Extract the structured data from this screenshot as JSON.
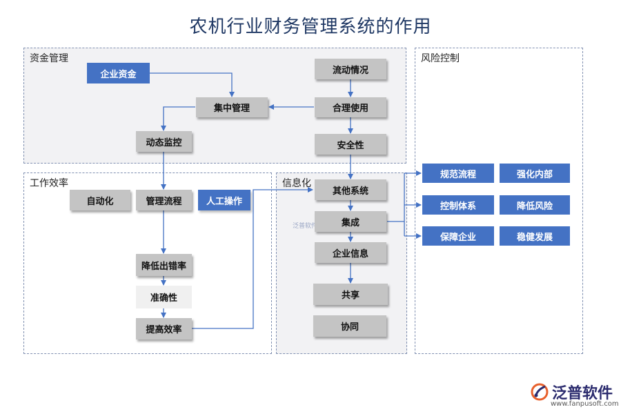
{
  "title": "农机行业财务管理系统的作用",
  "sections": {
    "funds": "资金管理",
    "efficiency": "工作效率",
    "info": "信息化",
    "risk": "风险控制"
  },
  "nodes": {
    "enterprise_funds": "企业资金",
    "flow_status": "流动情况",
    "central_mgmt": "集中管理",
    "reasonable_use": "合理使用",
    "dynamic_monitor": "动态监控",
    "security": "安全性",
    "automation": "自动化",
    "mgmt_process": "管理流程",
    "manual_op": "人工操作",
    "other_systems": "其他系统",
    "integration": "集成",
    "enterprise_info": "企业信息",
    "reduce_errors": "降低出错率",
    "accuracy": "准确性",
    "improve_efficiency": "提高效率",
    "share": "共享",
    "collaborate": "协同",
    "standard_process": "规范流程",
    "strengthen_internal": "强化内部",
    "control_system": "控制体系",
    "reduce_risk": "降低风险",
    "protect_enterprise": "保障企业",
    "steady_growth": "稳健发展"
  },
  "watermark": "泛普软件",
  "logo": {
    "name": "泛普软件",
    "url": "www.fanpusoft.com"
  }
}
